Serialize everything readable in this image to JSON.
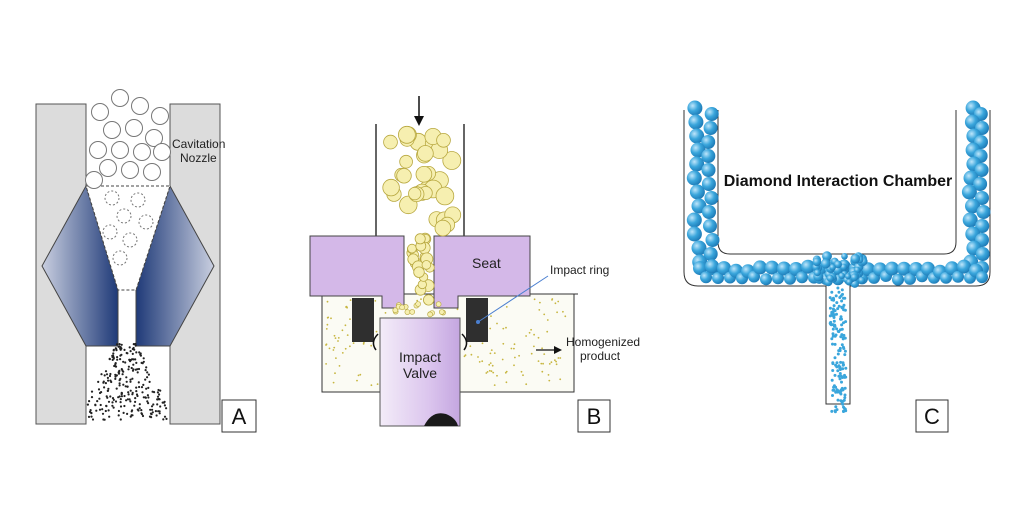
{
  "panels": [
    {
      "id": "A",
      "letter": "A",
      "nozzle_label_line1": "Cavitation",
      "nozzle_label_line2": "Nozzle"
    },
    {
      "id": "B",
      "letter": "B",
      "seat_label": "Seat",
      "impact_ring_label": "Impact ring",
      "valve_label_line1": "Impact",
      "valve_label_line2": "Valve",
      "product_label_line1": "Homogenized",
      "product_label_line2": "product"
    },
    {
      "id": "C",
      "letter": "C",
      "chamber_label": "Diamond Interaction Chamber"
    }
  ],
  "colors": {
    "wall_gray": "#dcdcdc",
    "nozzle_blue": "#1f3a78",
    "seat_purple": "#d4b8e8",
    "valve_lavender": "#e2cff0",
    "droplet_yellow": "#f6efb0",
    "bead_blue": "#3aa6dc"
  }
}
